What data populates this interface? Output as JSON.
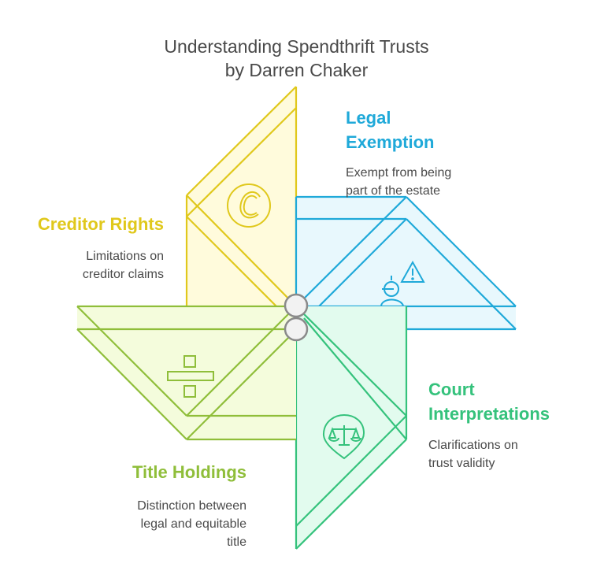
{
  "title": {
    "line1": "Understanding Spendthrift Trusts",
    "line2": "by Darren Chaker"
  },
  "sections": {
    "creditor": {
      "heading": "Creditor Rights",
      "desc1": "Limitations on",
      "desc2": "creditor claims",
      "color": "#e0c81c",
      "icon": "copyright-c-icon"
    },
    "legal": {
      "heading1": "Legal",
      "heading2": "Exemption",
      "desc1": "Exempt from being",
      "desc2": "part of the estate",
      "color": "#1fa9d9",
      "icon": "user-warning-icon"
    },
    "court": {
      "heading1": "Court",
      "heading2": "Interpretations",
      "desc1": "Clarifications on",
      "desc2": "trust validity",
      "color": "#35c27c",
      "icon": "scales-icon"
    },
    "title": {
      "heading": "Title Holdings",
      "desc1": "Distinction between",
      "desc2": "legal and equitable",
      "desc3": "title",
      "color": "#8fbe3a",
      "icon": "divide-icon"
    }
  }
}
